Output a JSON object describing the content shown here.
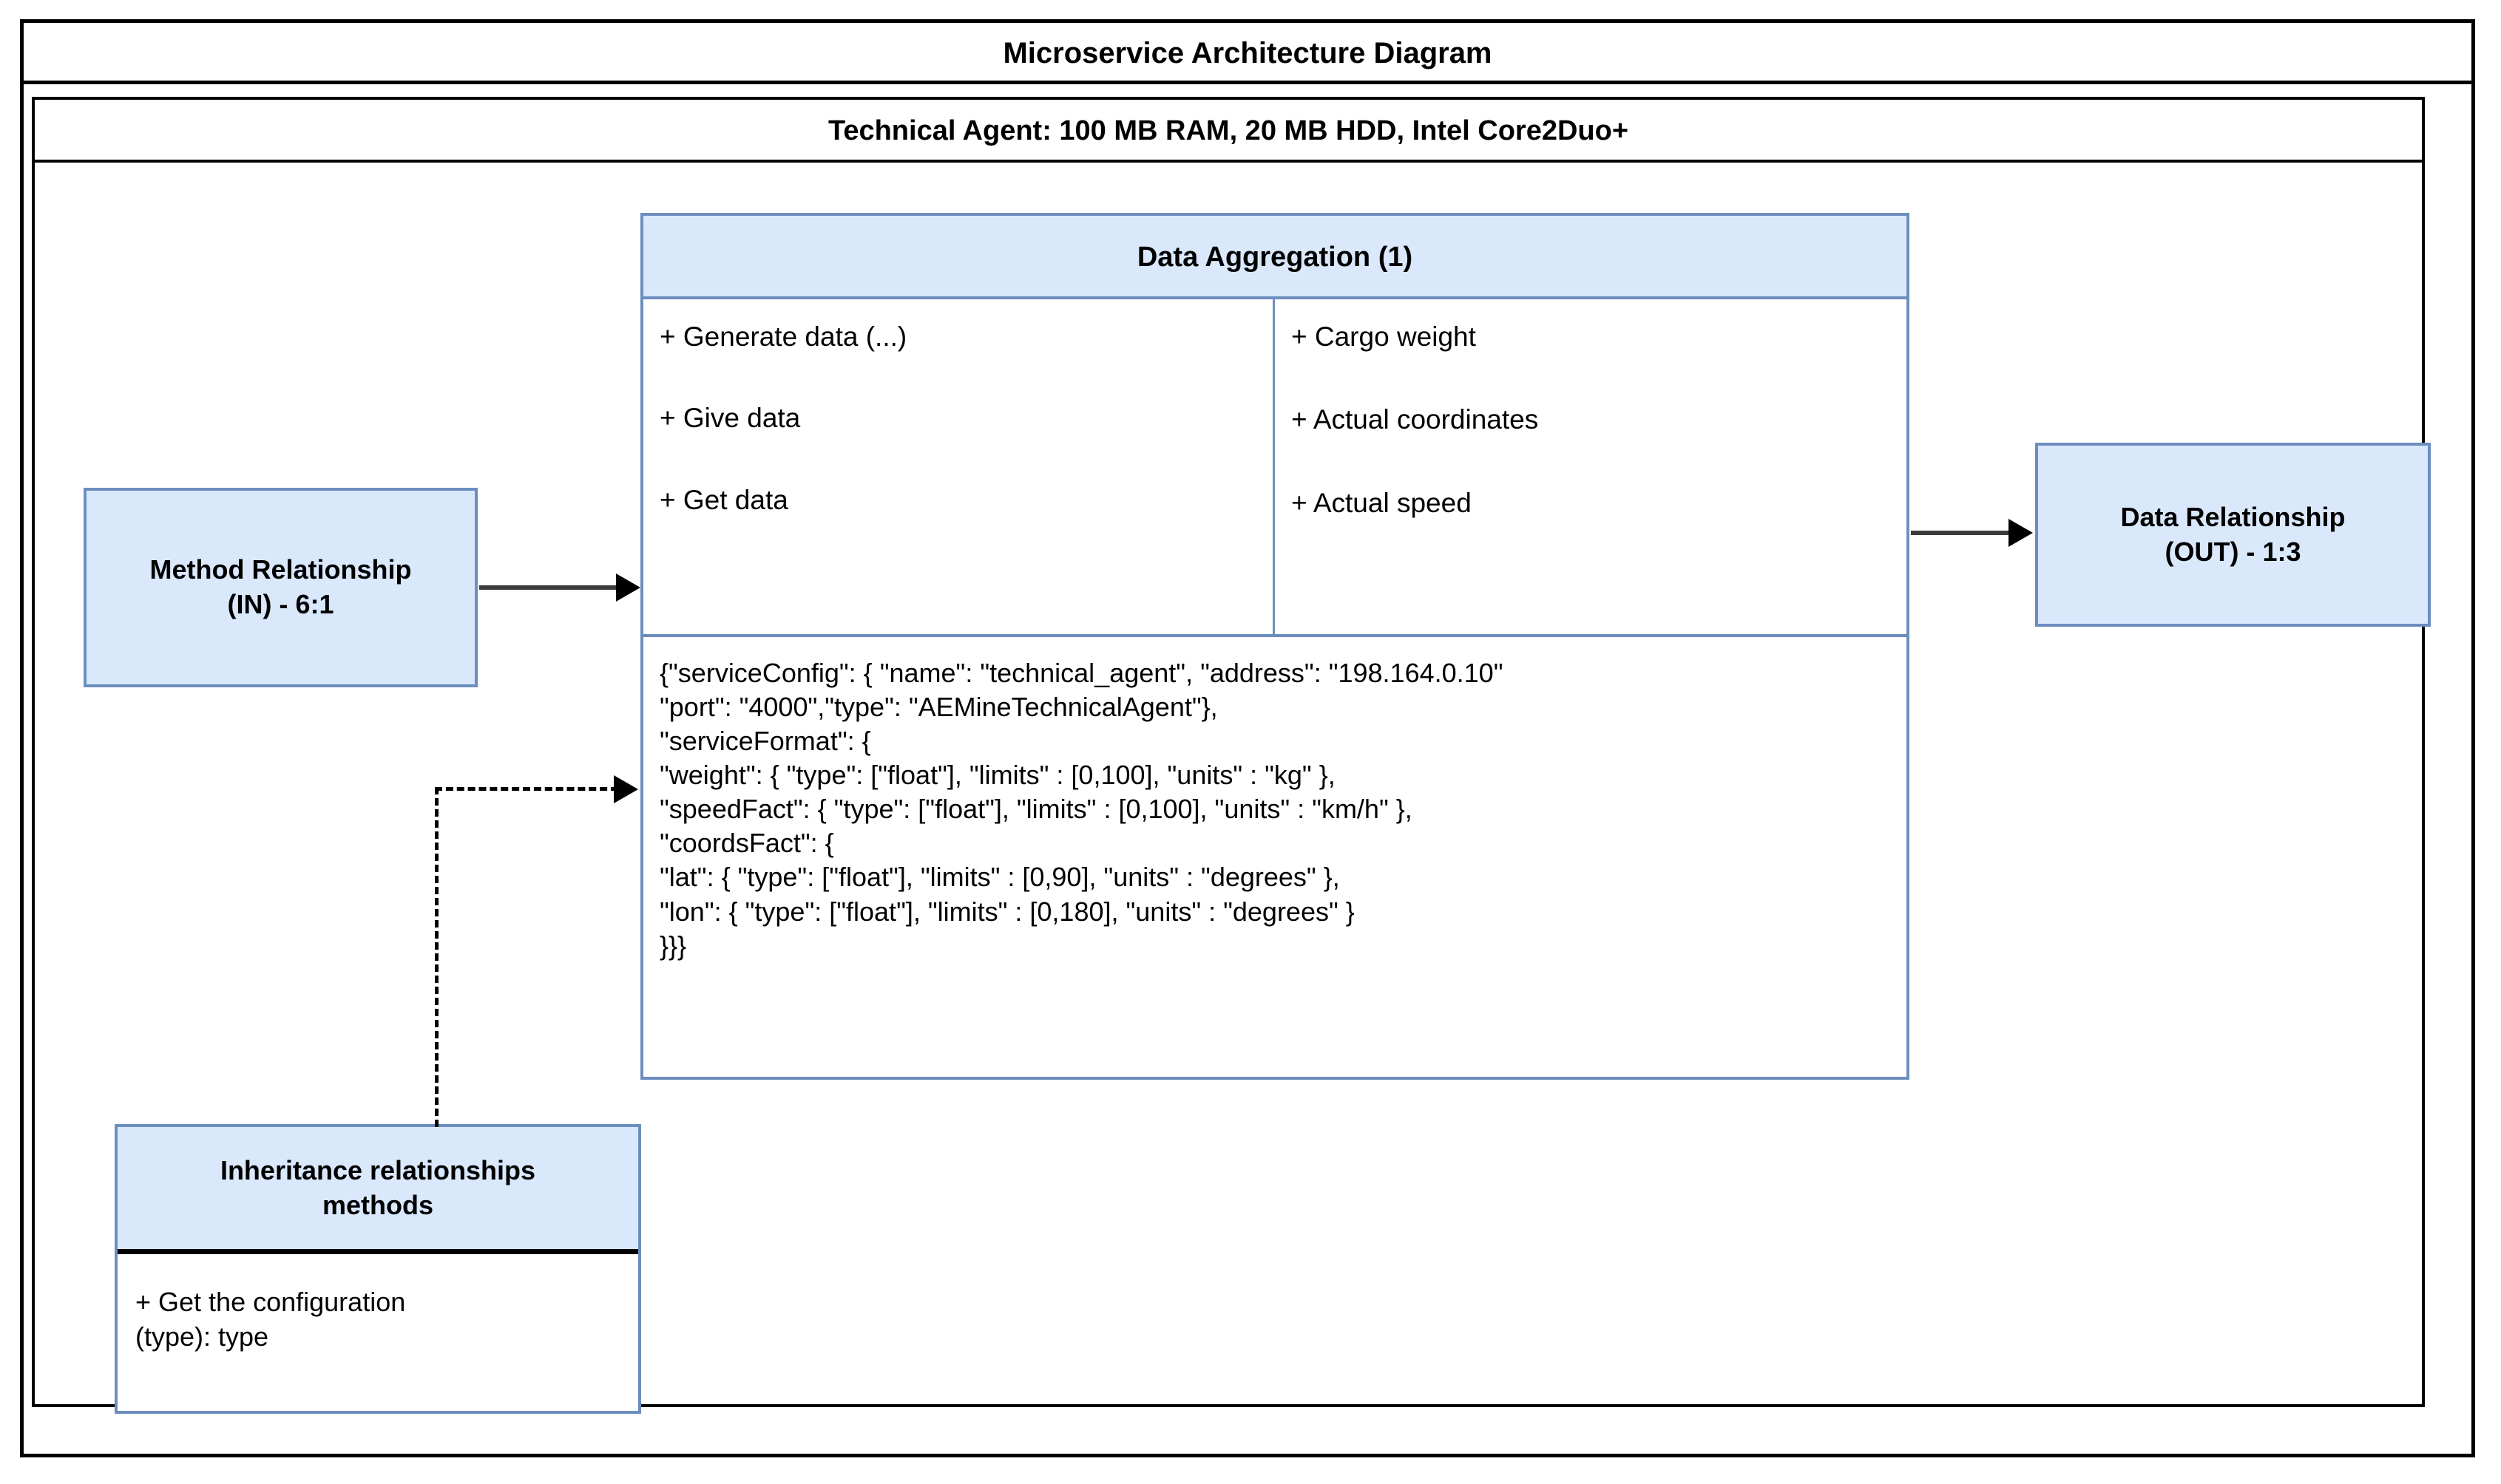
{
  "diagram": {
    "title": "Microservice Architecture Diagram",
    "subtitle": "Technical Agent: 100 MB RAM, 20 MB HDD, Intel Core2Duo+",
    "colors": {
      "node_fill": "#dae8fc",
      "node_border": "#6c8ebf",
      "frame_border": "#000000",
      "connector": "#000000"
    }
  },
  "nodes": {
    "data_aggregation": {
      "title": "Data Aggregation (1)",
      "methods": [
        "+ Generate data (...)",
        "+ Give data",
        "+ Get data"
      ],
      "attributes": [
        "+ Cargo weight",
        "+ Actual coordinates",
        "+ Actual speed"
      ],
      "config_lines": [
        "{\"serviceConfig\": { \"name\": \"technical_agent\", \"address\": \"198.164.0.10\"",
        "\"port\": \"4000\",\"type\": \"AEMineTechnicalAgent\"},",
        "\"serviceFormat\": {",
        "\"weight\": { \"type\": [\"float\"], \"limits\" : [0,100], \"units\" : \"kg\" },",
        "\"speedFact\": { \"type\": [\"float\"], \"limits\" : [0,100], \"units\" : \"km/h\" },",
        "\"coordsFact\": {",
        "\"lat\": { \"type\": [\"float\"], \"limits\" : [0,90], \"units\" : \"degrees\" },",
        "\"lon\": { \"type\": [\"float\"], \"limits\" : [0,180], \"units\" : \"degrees\" }",
        "}}}"
      ]
    },
    "method_relationship": {
      "line1": "Method Relationship",
      "line2": "(IN) - 6:1"
    },
    "data_relationship": {
      "line1": "Data Relationship",
      "line2": "(OUT) - 1:3"
    },
    "inheritance": {
      "line1": "Inheritance relationships",
      "line2": "methods",
      "method_line1": "+ Get the configuration",
      "method_line2": "(type): type"
    }
  },
  "connectors": {
    "in_arrow": "solid-arrow-right",
    "out_arrow": "solid-arrow-right",
    "inheritance_arrow": "dashed-arrow-right"
  }
}
